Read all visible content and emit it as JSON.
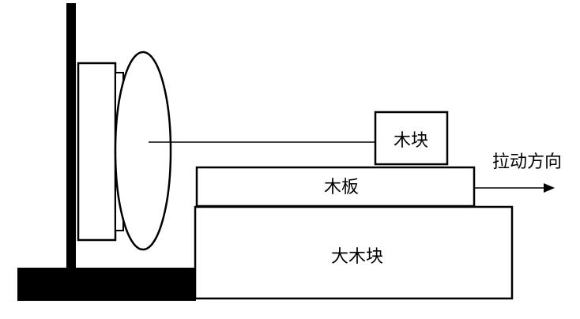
{
  "labels": {
    "small_block": "木块",
    "board": "木板",
    "large_block": "大木块",
    "pull_direction": "拉动方向"
  },
  "colors": {
    "stroke": "#000000",
    "fill": "#ffffff",
    "solid": "#000000"
  }
}
